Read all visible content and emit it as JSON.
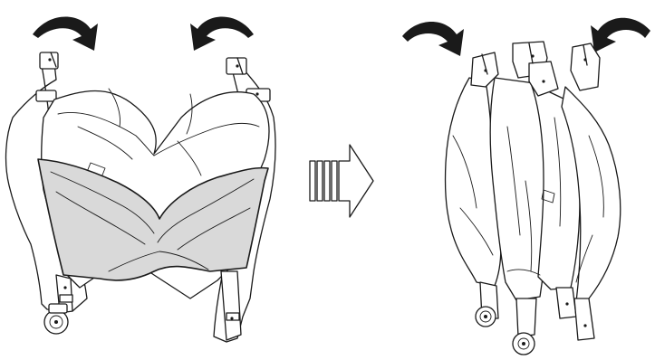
{
  "figure": {
    "left_panel": "unfolded-playard",
    "middle": "fold-direction-arrow",
    "right_panel": "folded-playard"
  },
  "colors": {
    "line": "#1a1a1a",
    "mesh_fill": "#d9d9d9",
    "background": "#ffffff"
  },
  "icons": [
    "curved-arrow-icon",
    "block-arrow-icon",
    "wheel-icon"
  ]
}
